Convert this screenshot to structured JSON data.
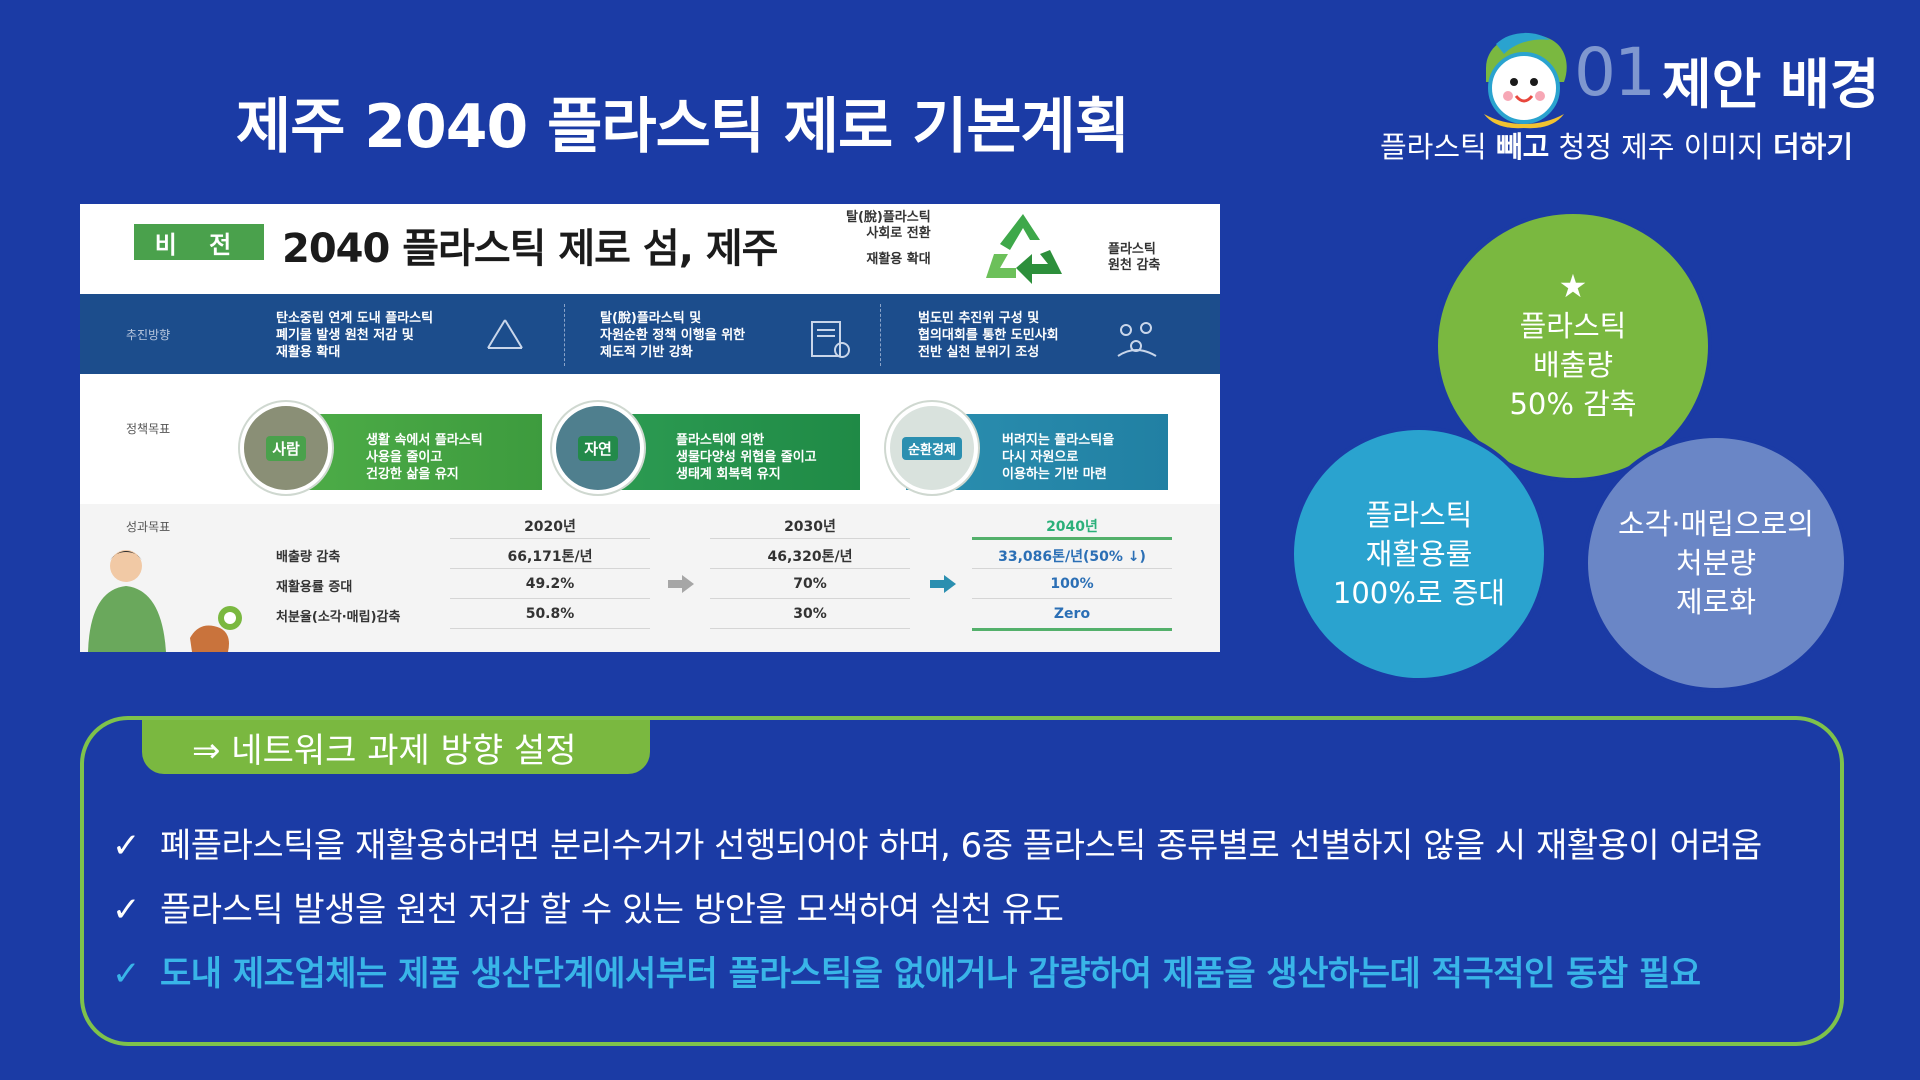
{
  "header": {
    "title": "제주 2040 플라스틱 제로 기본계획",
    "section_number": "01",
    "section_title": "제안 배경",
    "subtitle_parts": [
      "플라스틱 ",
      "빼고",
      " 청정 제주 이미지 ",
      "더하기"
    ]
  },
  "plan_image": {
    "vision_tag": "비 전",
    "vision_text": "2040 플라스틱 제로 섬, 제주",
    "vision_side_left": [
      "탈(脫)플라스틱",
      "사회로 전환",
      "재활용 확대"
    ],
    "vision_side_right": "플라스틱\n원천 감축",
    "strategy_label": "추진방향",
    "strategies": [
      "탄소중립 연계 도내 플라스틱\n폐기물 발생 원천 저감 및\n재활용 확대",
      "탈(脫)플라스틱 및\n자원순환 정책 이행을 위한\n제도적 기반 강화",
      "범도민 추진위 구성 및\n협의대회를 통한 도민사회\n전반 실천 분위기 조성"
    ],
    "policy_label": "정책목표",
    "policies": [
      {
        "tag": "사람",
        "text": "생활 속에서 플라스틱\n사용을 줄이고\n건강한 삶을 유지"
      },
      {
        "tag": "자연",
        "text": "플라스틱에 의한\n생물다양성 위협을 줄이고\n생태계 회복력 유지"
      },
      {
        "tag": "순환경제",
        "text": "버려지는 플라스틱을\n다시 자원으로\n이용하는 기반 마련"
      }
    ],
    "result_label": "성과목표",
    "years": [
      "2020년",
      "2030년",
      "2040년"
    ],
    "rows": [
      {
        "label": "배출량 감축",
        "values": [
          "66,171톤/년",
          "46,320톤/년",
          "33,086톤/년(50% ↓)"
        ]
      },
      {
        "label": "재활용률 증대",
        "values": [
          "49.2%",
          "70%",
          "100%"
        ]
      },
      {
        "label": "처분율(소각·매립)감축",
        "values": [
          "50.8%",
          "30%",
          "Zero"
        ]
      }
    ]
  },
  "goals": {
    "star": "★",
    "emission": [
      "플라스틱",
      "배출량",
      "50% 감축"
    ],
    "recycle": [
      "플라스틱",
      "재활용률",
      "100%로 증대"
    ],
    "disposal": [
      "소각·매립으로의",
      "처분량",
      "제로화"
    ]
  },
  "network": {
    "tab": "⇒ 네트워크 과제 방향 설정",
    "check": "✓",
    "items": [
      "폐플라스틱을 재활용하려면 분리수거가 선행되어야 하며, 6종 플라스틱 종류별로 선별하지 않을 시 재활용이 어려움",
      "플라스틱 발생을 원천 저감 할 수 있는 방안을 모색하여 실천 유도",
      "도내 제조업체는 제품 생산단계에서부터 플라스틱을 없애거나 감량하여 제품을 생산하는데 적극적인 동참 필요"
    ]
  },
  "colors": {
    "background": "#1b3ba5",
    "green": "#7ab840",
    "cyan": "#2aa3cf",
    "periwinkle": "#6a86c6",
    "highlight_text": "#39b5e8"
  }
}
